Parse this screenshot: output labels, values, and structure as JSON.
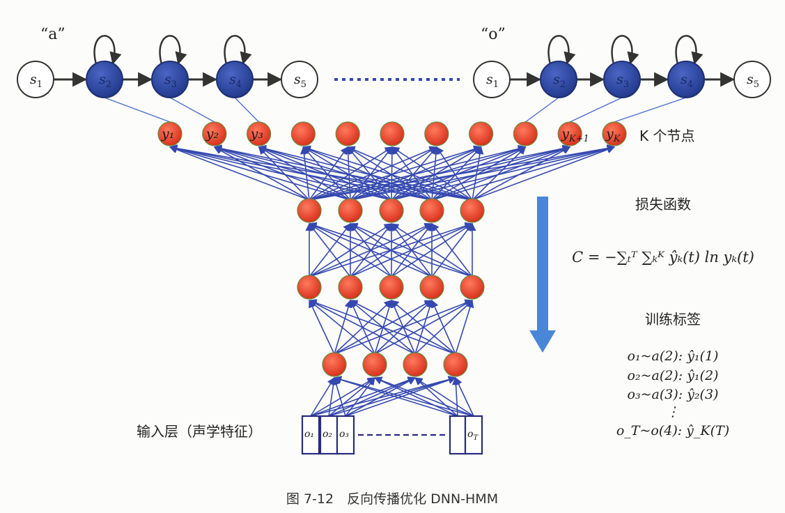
{
  "hmm_left": {
    "word_label": "“a”",
    "states": [
      {
        "sub": "1",
        "emitting": false
      },
      {
        "sub": "2",
        "emitting": true
      },
      {
        "sub": "3",
        "emitting": true
      },
      {
        "sub": "4",
        "emitting": true
      },
      {
        "sub": "5",
        "emitting": false
      }
    ]
  },
  "hmm_right": {
    "word_label": "“o”",
    "states": [
      {
        "sub": "1",
        "emitting": false
      },
      {
        "sub": "2",
        "emitting": true
      },
      {
        "sub": "3",
        "emitting": true
      },
      {
        "sub": "4",
        "emitting": true
      },
      {
        "sub": "5",
        "emitting": false
      }
    ]
  },
  "output_layer": {
    "node_labels": [
      "y₁",
      "y₂",
      "y₃",
      "",
      "",
      "",
      "",
      "",
      "",
      "y_K+1",
      "y_K"
    ],
    "count_label": "K 个节点"
  },
  "hidden_layers": [
    5,
    5,
    4
  ],
  "input_layer": {
    "label": "输入层（声学特征）",
    "frames": [
      "o₁",
      "o₂",
      "o₃",
      "",
      "o_T"
    ]
  },
  "side_panel": {
    "loss_title": "损失函数",
    "loss_formula": "C = −∑ₜᵀ ∑ₖᴷ ŷₖ(t) ln yₖ(t)",
    "labels_title": "训练标签",
    "label_lines": [
      "o₁~a(2): ŷ₁(1)",
      "o₂~a(2): ŷ₁(2)",
      "o₃~a(3): ŷ₂(3)",
      "⋮",
      "o_T~o(4): ŷ_K(T)"
    ]
  },
  "caption": "图 7-12　反向传播优化 DNN-HMM",
  "colors": {
    "state_fill": "#2e4aa6",
    "node_fill": "#e8402a",
    "edge": "#3548b0",
    "arrow_big": "#4a86d8"
  }
}
